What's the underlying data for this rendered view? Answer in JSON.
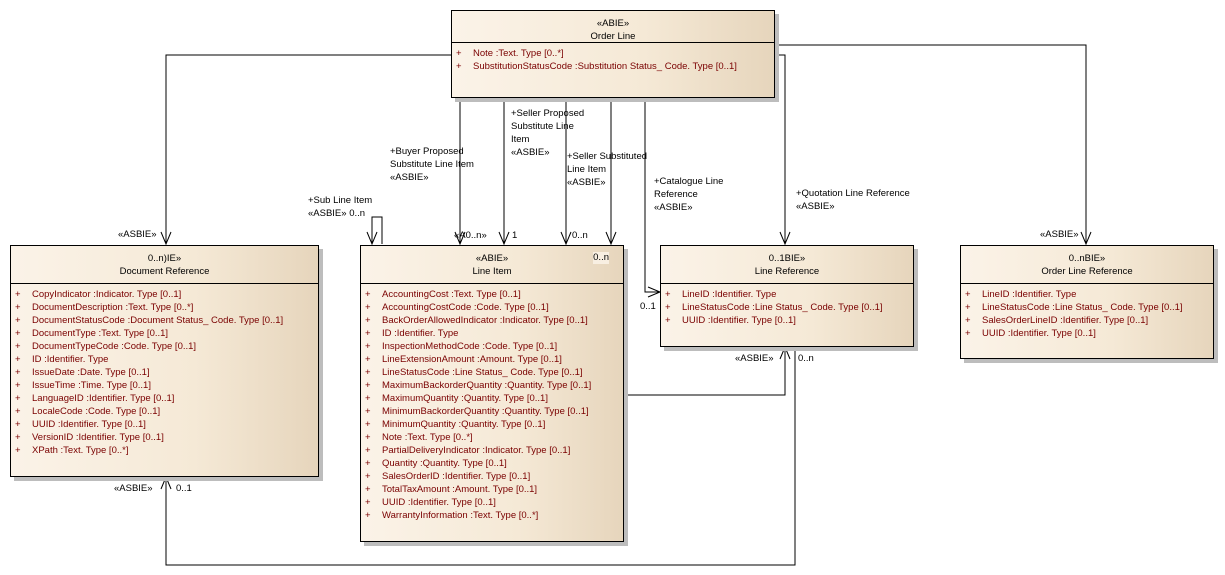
{
  "classes": {
    "order_line": {
      "stereotype": "«ABIE»",
      "name": "Order Line",
      "attributes": [
        {
          "vis": "+",
          "text": "Note  :Text. Type [0..*]"
        },
        {
          "vis": "+",
          "text": "SubstitutionStatusCode  :Substitution Status_ Code. Type [0..1]"
        }
      ]
    },
    "document_reference": {
      "stereotype": "0..n)IE»",
      "name": "Document Reference",
      "attributes": [
        {
          "vis": "+",
          "text": "CopyIndicator  :Indicator. Type [0..1]"
        },
        {
          "vis": "+",
          "text": "DocumentDescription  :Text. Type [0..*]"
        },
        {
          "vis": "+",
          "text": "DocumentStatusCode  :Document Status_ Code. Type [0..1]"
        },
        {
          "vis": "+",
          "text": "DocumentType  :Text. Type [0..1]"
        },
        {
          "vis": "+",
          "text": "DocumentTypeCode  :Code. Type [0..1]"
        },
        {
          "vis": "+",
          "text": "ID  :Identifier. Type"
        },
        {
          "vis": "+",
          "text": "IssueDate  :Date. Type [0..1]"
        },
        {
          "vis": "+",
          "text": "IssueTime  :Time. Type [0..1]"
        },
        {
          "vis": "+",
          "text": "LanguageID  :Identifier. Type [0..1]"
        },
        {
          "vis": "+",
          "text": "LocaleCode  :Code. Type [0..1]"
        },
        {
          "vis": "+",
          "text": "UUID  :Identifier. Type [0..1]"
        },
        {
          "vis": "+",
          "text": "VersionID  :Identifier. Type [0..1]"
        },
        {
          "vis": "+",
          "text": "XPath  :Text. Type [0..*]"
        }
      ]
    },
    "line_item": {
      "stereotype": "«ABIE»",
      "name": "Line Item",
      "corner_mult": "0..n",
      "attributes": [
        {
          "vis": "+",
          "text": "AccountingCost  :Text. Type [0..1]"
        },
        {
          "vis": "+",
          "text": "AccountingCostCode  :Code. Type [0..1]"
        },
        {
          "vis": "+",
          "text": "BackOrderAllowedIndicator  :Indicator. Type [0..1]"
        },
        {
          "vis": "+",
          "text": "ID  :Identifier. Type"
        },
        {
          "vis": "+",
          "text": "InspectionMethodCode  :Code. Type [0..1]"
        },
        {
          "vis": "+",
          "text": "LineExtensionAmount  :Amount. Type [0..1]"
        },
        {
          "vis": "+",
          "text": "LineStatusCode  :Line Status_ Code. Type [0..1]"
        },
        {
          "vis": "+",
          "text": "MaximumBackorderQuantity  :Quantity. Type [0..1]"
        },
        {
          "vis": "+",
          "text": "MaximumQuantity  :Quantity. Type [0..1]"
        },
        {
          "vis": "+",
          "text": "MinimumBackorderQuantity  :Quantity. Type [0..1]"
        },
        {
          "vis": "+",
          "text": "MinimumQuantity  :Quantity. Type [0..1]"
        },
        {
          "vis": "+",
          "text": "Note  :Text. Type [0..*]"
        },
        {
          "vis": "+",
          "text": "PartialDeliveryIndicator  :Indicator. Type [0..1]"
        },
        {
          "vis": "+",
          "text": "Quantity  :Quantity. Type [0..1]"
        },
        {
          "vis": "+",
          "text": "SalesOrderID  :Identifier. Type [0..1]"
        },
        {
          "vis": "+",
          "text": "TotalTaxAmount  :Amount. Type [0..1]"
        },
        {
          "vis": "+",
          "text": "UUID  :Identifier. Type [0..1]"
        },
        {
          "vis": "+",
          "text": "WarrantyInformation  :Text. Type [0..*]"
        }
      ]
    },
    "line_reference": {
      "stereotype": "0..1BIE»",
      "name": "Line Reference",
      "attributes": [
        {
          "vis": "+",
          "text": "LineID  :Identifier. Type"
        },
        {
          "vis": "+",
          "text": "LineStatusCode  :Line Status_ Code. Type [0..1]"
        },
        {
          "vis": "+",
          "text": "UUID  :Identifier. Type [0..1]"
        }
      ]
    },
    "order_line_reference": {
      "stereotype": "0..nBIE»",
      "name": "Order Line Reference",
      "attributes": [
        {
          "vis": "+",
          "text": "LineID  :Identifier. Type"
        },
        {
          "vis": "+",
          "text": "LineStatusCode  :Line Status_ Code. Type [0..1]"
        },
        {
          "vis": "+",
          "text": "SalesOrderLineID  :Identifier. Type [0..1]"
        },
        {
          "vis": "+",
          "text": "UUID  :Identifier. Type [0..1]"
        }
      ]
    }
  },
  "connector_labels": {
    "doc_ref_top": "«ASBIE»",
    "order_line_ref_top": "«ASBIE»",
    "sub_line_item_role": "+Sub Line Item",
    "sub_line_item_stereo": "«ASBIE» 0..n",
    "buyer_proposed_role_1": "+Buyer Proposed",
    "buyer_proposed_role_2": "Substitute Line Item",
    "buyer_proposed_stereo": "«ASBIE»",
    "seller_proposed_role_1": "+Seller Proposed",
    "seller_proposed_role_2": "Substitute Line",
    "seller_proposed_role_3": "Item",
    "seller_proposed_stereo": "«ASBIE»",
    "seller_substituted_role_1": "+Seller Substituted",
    "seller_substituted_role_2": "Line Item",
    "seller_substituted_stereo": "«ASBIE»",
    "catalogue_role_1": "+Catalogue Line",
    "catalogue_role_2": "Reference",
    "catalogue_stereo": "«ASBIE»",
    "quotation_role": "+Quotation Line Reference",
    "quotation_stereo": "«ASBIE»",
    "line_item_top_overlap": "«A0..n»",
    "line_item_top_mult_1": "1",
    "line_item_top_mult_2": "0..n",
    "catalogue_mult": "0..1",
    "line_ref_bottom_stereo": "«ASBIE»",
    "line_ref_bottom_mult": "0..n",
    "doc_ref_bottom_stereo": "«ASBIE»",
    "doc_ref_bottom_mult": "0..1"
  }
}
